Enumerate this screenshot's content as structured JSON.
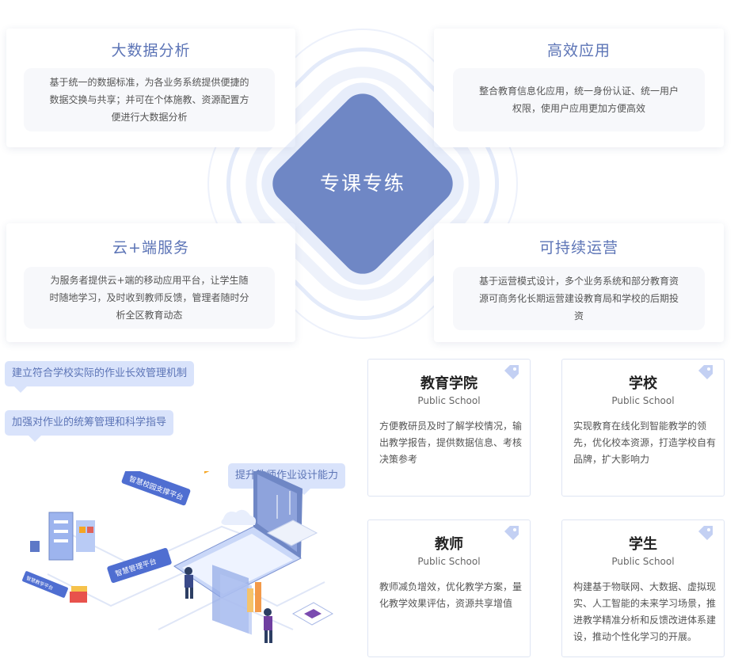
{
  "center": {
    "label": "专课专练"
  },
  "features": [
    {
      "title": "大数据分析",
      "desc": "基于统一的数据标准，为各业务系统提供便捷的数据交换与共享；并可在个体施教、资源配置方便进行大数据分析"
    },
    {
      "title": "高效应用",
      "desc": "整合教育信息化应用，统一身份认证、统一用户权限，使用户应用更加方便高效"
    },
    {
      "title": "云+端服务",
      "desc": "为服务者提供云+端的移动应用平台，让学生随时随地学习，及时收到教师反馈，管理者随时分析全区教育动态"
    },
    {
      "title": "可持续运营",
      "desc": "基于运营模式设计，多个业务系统和部分教育资源可商务化长期运营建设教育局和学校的后期投资"
    }
  ],
  "tags": [
    {
      "text": "建立符合学校实际的作业长效管理机制"
    },
    {
      "text": "加强对作业的统筹管理和科学指导"
    },
    {
      "text": "提升教师作业设计能力"
    }
  ],
  "illustration": {
    "sign1": "智慧校园支撑平台",
    "sign2": "智慧管理平台",
    "sign3": "智慧教学平台"
  },
  "roles": [
    {
      "title": "教育学院",
      "subtitle": "Public School",
      "desc": "方便教研员及时了解学校情况，输出教学报告，提供数据信息、考核决策参考"
    },
    {
      "title": "学校",
      "subtitle": "Public School",
      "desc": "实现教育在线化到智能教学的领先，优化校本资源，打造学校自有品牌，扩大影响力"
    },
    {
      "title": "教师",
      "subtitle": "Public School",
      "desc": "教师减负增效，优化教学方案，量化教学效果评估，资源共享增值"
    },
    {
      "title": "学生",
      "subtitle": "Public School",
      "desc": "构建基于物联网、大数据、虚拟现实、人工智能的未来学习场景，推进教学精准分析和反馈改进体系建设，推动个性化学习的开展。"
    }
  ],
  "colors": {
    "accent": "#6f87c5",
    "title": "#5c74b6",
    "tag_bg": "#d9e3fb"
  }
}
